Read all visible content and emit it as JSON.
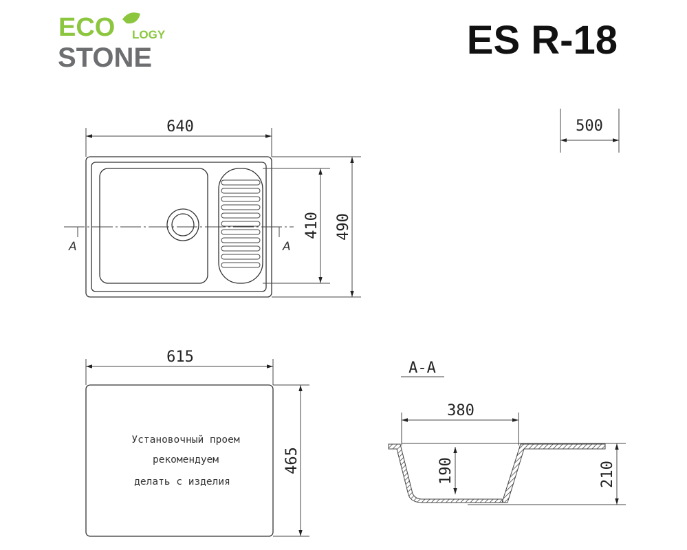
{
  "logo": {
    "eco": "ECO",
    "logy": "LOGY",
    "stone": "STONE",
    "green": "#8cc63f",
    "gray": "#6d6e70"
  },
  "model": "ES R-18",
  "top_view": {
    "width": "640",
    "depth": "490",
    "bowl_depth": "410",
    "section_mark": "A"
  },
  "thickness": "500",
  "cutout": {
    "width": "615",
    "depth": "465",
    "note": [
      "Установочный проем",
      "рекомендуем",
      "делать с изделия"
    ]
  },
  "section": {
    "title": "A-A",
    "bowl_width": "380",
    "bowl_depth": "190",
    "total_depth": "210"
  }
}
